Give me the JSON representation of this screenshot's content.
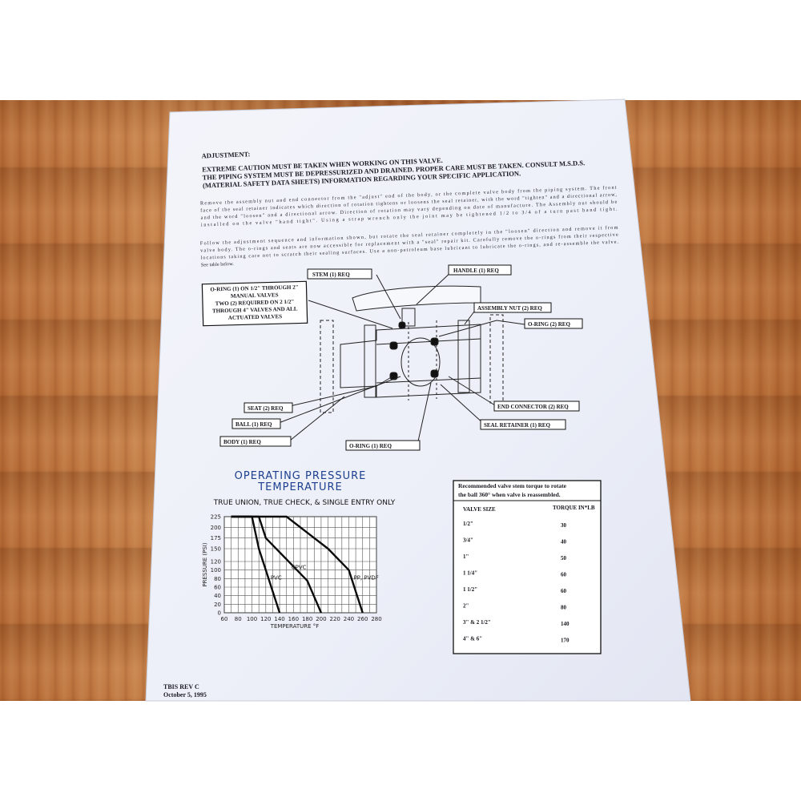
{
  "header": {
    "title": "ADJUSTMENT:",
    "caution_1": "EXTREME CAUTION MUST BE TAKEN WHEN WORKING ON THIS VALVE.",
    "caution_2": "THE PIPING SYSTEM MUST BE DEPRESSURIZED AND DRAINED. PROPER CARE MUST BE TAKEN. CONSULT M.S.D.S.",
    "caution_3": "(MATERIAL SAFETY DATA SHEETS) INFORMATION REGARDING YOUR SPECIFIC APPLICATION."
  },
  "adjustment_paragraph": [
    "Remove the assembly nut and end connector from the \"adjust\" end of the body, or the complete valve body from the piping system. The front",
    "face of the seal retainer indicates which direction of rotation tightens or loosens the seal retainer, with the word \"tighten\" and a directional arrow,",
    "and the word \"loosen\" and a directional arrow. Direction of rotation may vary depending on date of manufacture. The Assembly nut should be",
    "installed on the valve \"hand tight\". Using a strap wrench only the joint may be tightened 1/2 to 3/4 of a turn past hand tight."
  ],
  "repair_paragraph": [
    "Follow the adjustment sequence and information shown, but rotate the seal retainer completely in the \"loosen\" direction and remove it from",
    "valve body. The o-rings and seats are now accessible for replacement with a \"seal\" repair kit. Carefully remove the o-rings from their respective",
    "locations taking care not to scratch their sealing surfaces. Use a non-petroleum base lubricant to lubricate the o-rings, and re-assemble the valve.",
    "See table below."
  ],
  "diagram": {
    "oring_note": [
      "O-RING (1) ON 1/2\" THROUGH 2\"",
      "MANUAL VALVES",
      "TWO (2) REQUIRED ON 2 1/2\"",
      "THROUGH 4\" VALVES AND ALL",
      "ACTUATED VALVES"
    ],
    "labels": {
      "stem": "STEM (1) REQ",
      "handle": "HANDLE (1) REQ",
      "assembly_nut": "ASSEMBLY NUT (2) REQ",
      "oring_right": "O-RING (2) REQ",
      "seat": "SEAT (2) REQ",
      "ball": "BALL (1) REQ",
      "body": "BODY (1) REQ",
      "oring_bottom": "O-RING (1) REQ",
      "end_connector": "END CONNECTOR (2) REQ",
      "seal_retainer": "SEAL RETAINER (1) REQ"
    }
  },
  "chart_data": {
    "type": "line",
    "title": "OPERATING PRESSURE",
    "subtitle": "TEMPERATURE",
    "note": "TRUE UNION, TRUE CHECK, & SINGLE ENTRY ONLY",
    "xlabel": "TEMPERATURE °F",
    "ylabel": "PRESSURE (PSI)",
    "xlim": [
      60,
      280
    ],
    "ylim": [
      0,
      225
    ],
    "x_ticks": [
      60,
      80,
      100,
      120,
      140,
      160,
      180,
      200,
      220,
      240,
      260,
      280
    ],
    "y_ticks": [
      0,
      20,
      40,
      60,
      80,
      100,
      120,
      150,
      175,
      200,
      225
    ],
    "grid": true,
    "series": [
      {
        "name": "PVC",
        "x": [
          70,
          100,
          110,
          120,
          130,
          140
        ],
        "y": [
          225,
          225,
          150,
          100,
          50,
          0
        ]
      },
      {
        "name": "CPVC",
        "x": [
          70,
          110,
          120,
          150,
          180,
          200
        ],
        "y": [
          225,
          225,
          175,
          125,
          75,
          0
        ]
      },
      {
        "name": "PP, PVDF",
        "x": [
          70,
          150,
          210,
          240,
          250,
          260
        ],
        "y": [
          225,
          225,
          150,
          100,
          50,
          0
        ]
      }
    ]
  },
  "torque_table": {
    "caption_1": "Recommended valve stem torque to rotate",
    "caption_2": "the ball 360° when valve is reassembled.",
    "col_size": "VALVE SIZE",
    "col_torque": "TORQUE IN*LB",
    "rows": [
      {
        "size": "1/2\"",
        "torque": "30"
      },
      {
        "size": "3/4\"",
        "torque": "40"
      },
      {
        "size": "1\"",
        "torque": "50"
      },
      {
        "size": "1 1/4\"",
        "torque": "60"
      },
      {
        "size": "1 1/2\"",
        "torque": "60"
      },
      {
        "size": "2\"",
        "torque": "80"
      },
      {
        "size": "3\" & 2 1/2\"",
        "torque": "140"
      },
      {
        "size": "4\" & 6\"",
        "torque": "170"
      }
    ]
  },
  "footer": {
    "rev": "TBIS REV C",
    "date": "October 5, 1995"
  }
}
